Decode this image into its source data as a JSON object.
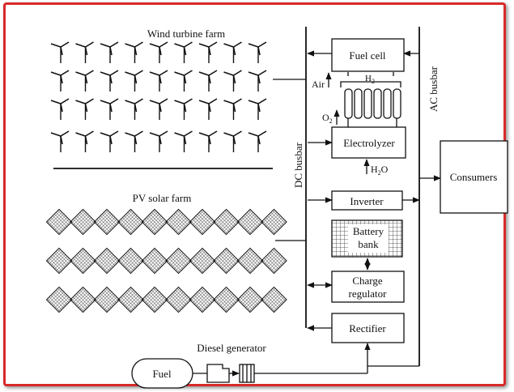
{
  "labels": {
    "wind_farm": "Wind turbine farm",
    "pv_farm": "PV solar farm",
    "diesel_generator": "Diesel generator",
    "fuel": "Fuel",
    "dc_busbar": "DC busbar",
    "ac_busbar": "AC busbar",
    "fuel_cell": "Fuel cell",
    "air": "Air",
    "h2_main": "H",
    "h2_sub": "2",
    "o2_main": "O",
    "o2_sub": "2",
    "electrolyzer": "Electrolyzer",
    "h2o_pre": "H",
    "h2o_sub": "2",
    "h2o_post": "O",
    "inverter": "Inverter",
    "battery_line1": "Battery",
    "battery_line2": "bank",
    "charge_line1": "Charge",
    "charge_line2": "regulator",
    "rectifier": "Rectifier",
    "consumers": "Consumers"
  },
  "colors": {
    "frame_border": "#d92a2a",
    "ink": "#111111"
  }
}
